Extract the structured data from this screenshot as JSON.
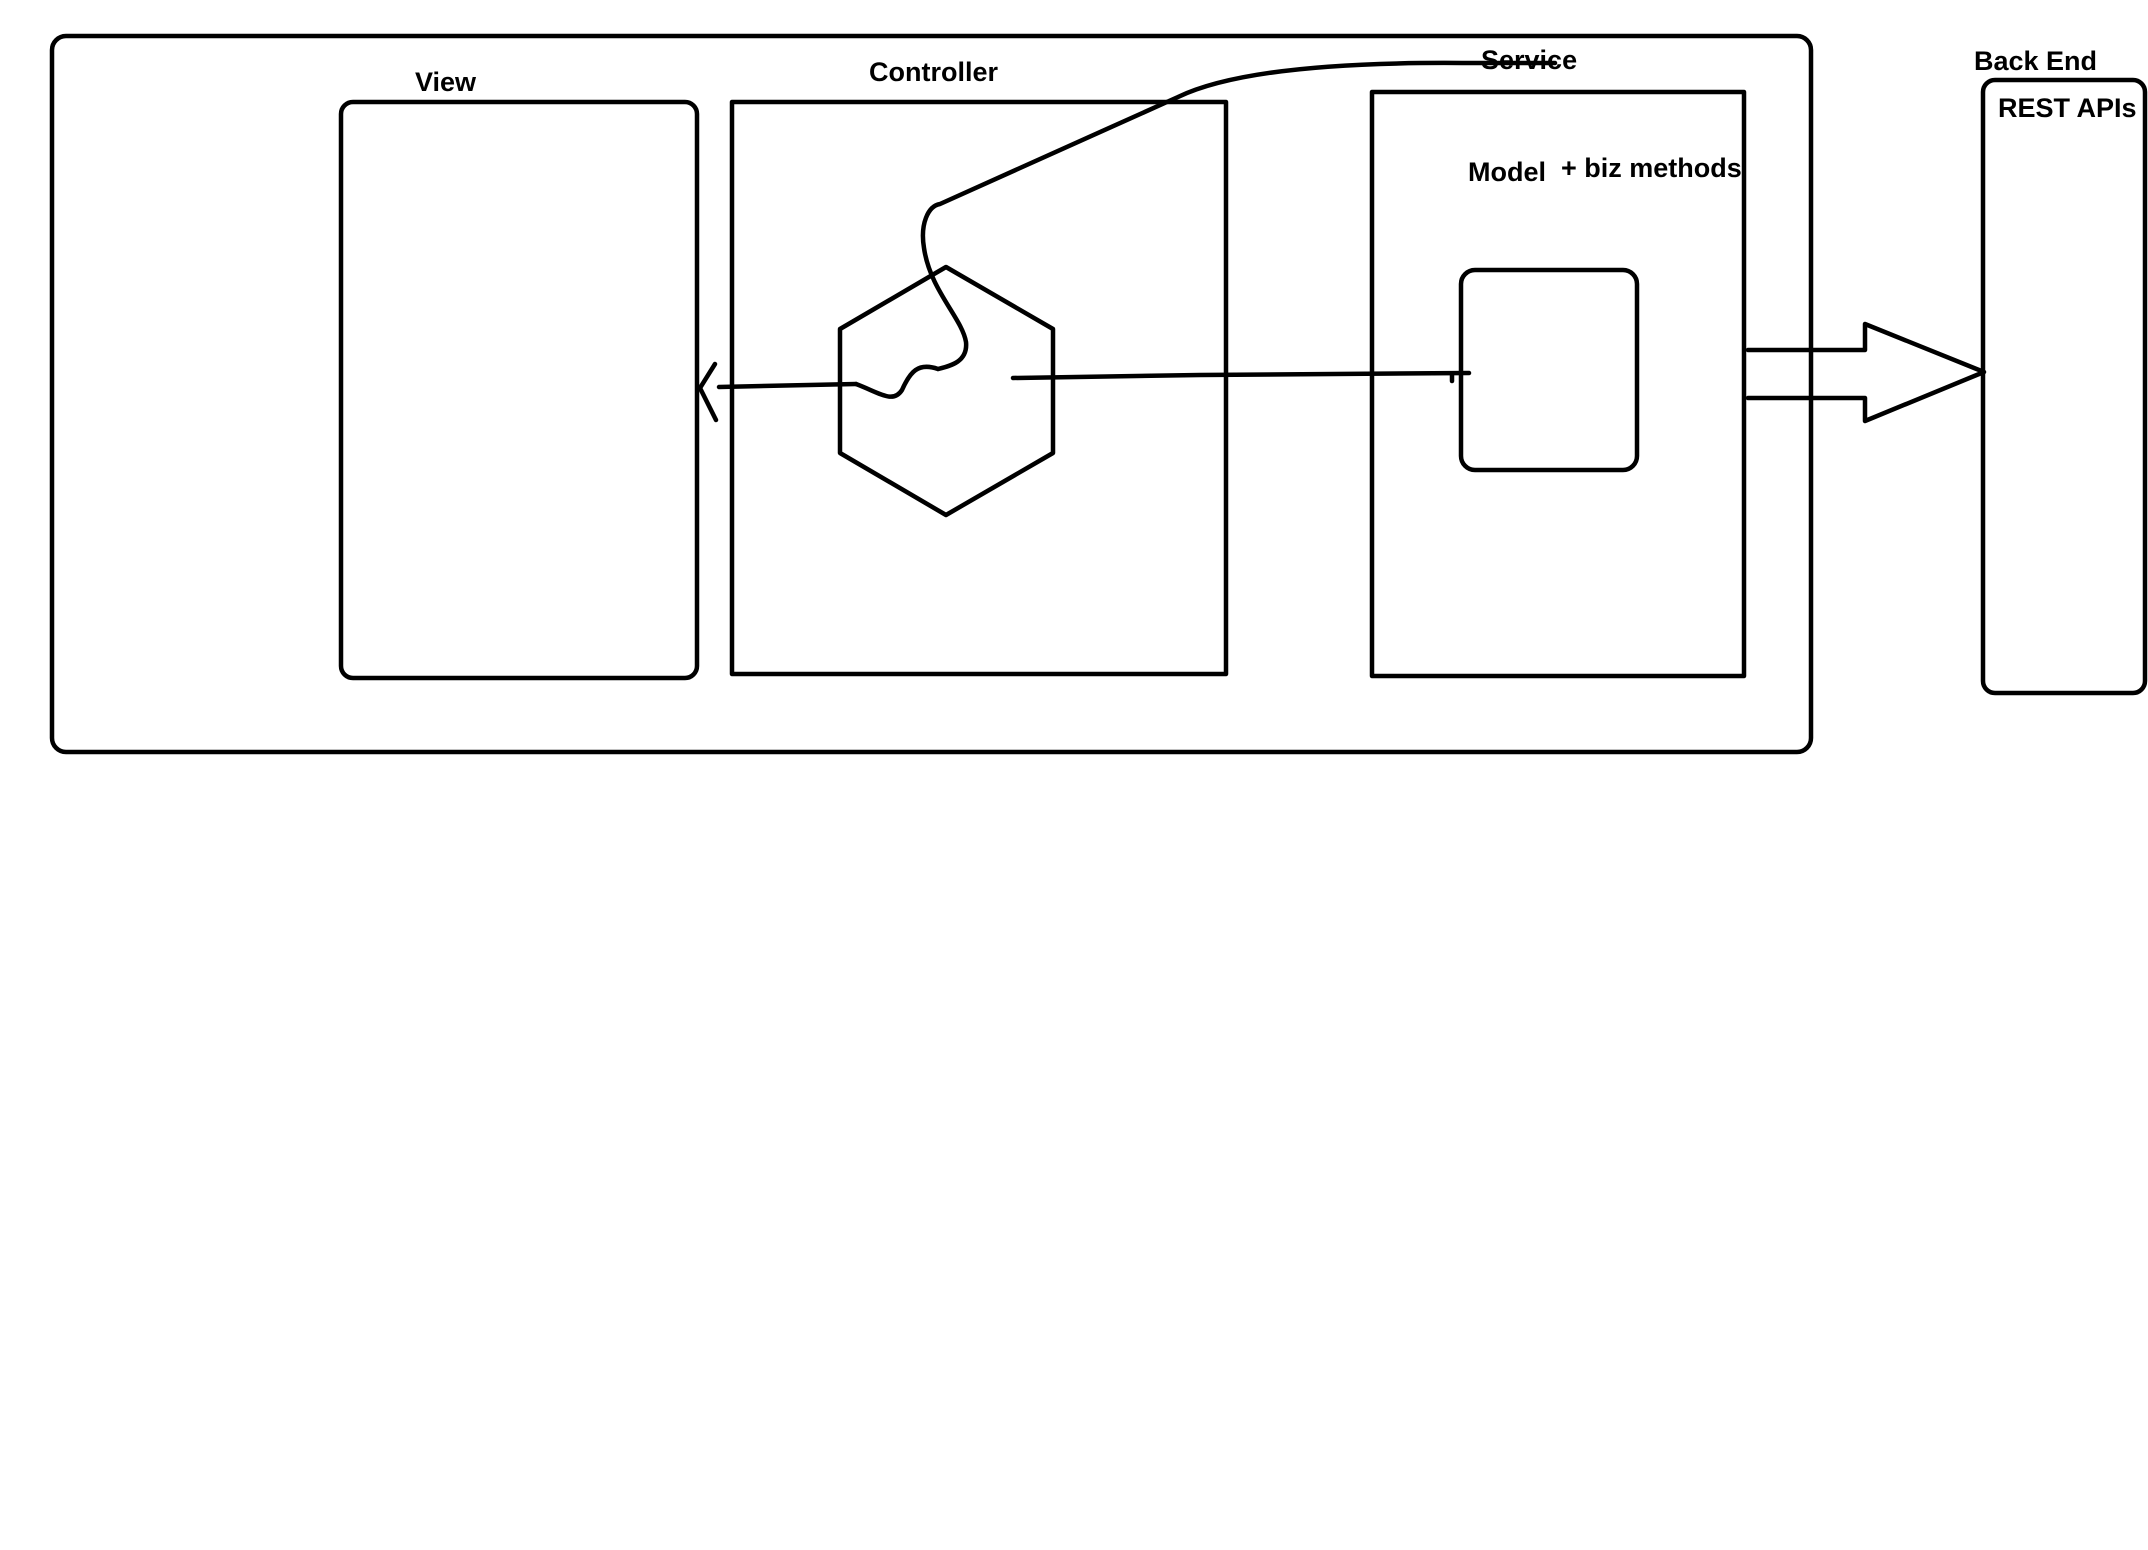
{
  "labels": {
    "view": "View",
    "controller": "Controller",
    "service": "Service",
    "model": "Model",
    "biz_methods": "+ biz methods",
    "back_end": "Back End",
    "rest_apis": "REST APIs"
  },
  "colors": {
    "stroke": "#000000",
    "background": "#ffffff"
  }
}
